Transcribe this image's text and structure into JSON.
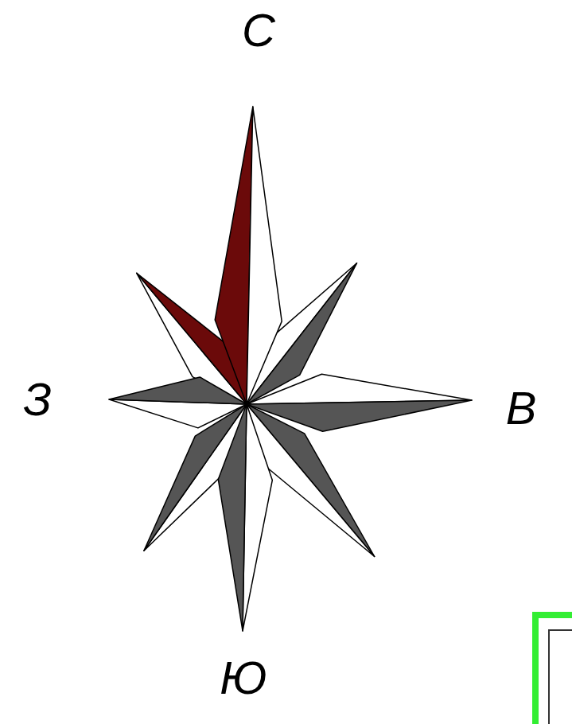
{
  "diagram": {
    "labels": [
      "С",
      "З",
      "В",
      "Ю"
    ]
  }
}
